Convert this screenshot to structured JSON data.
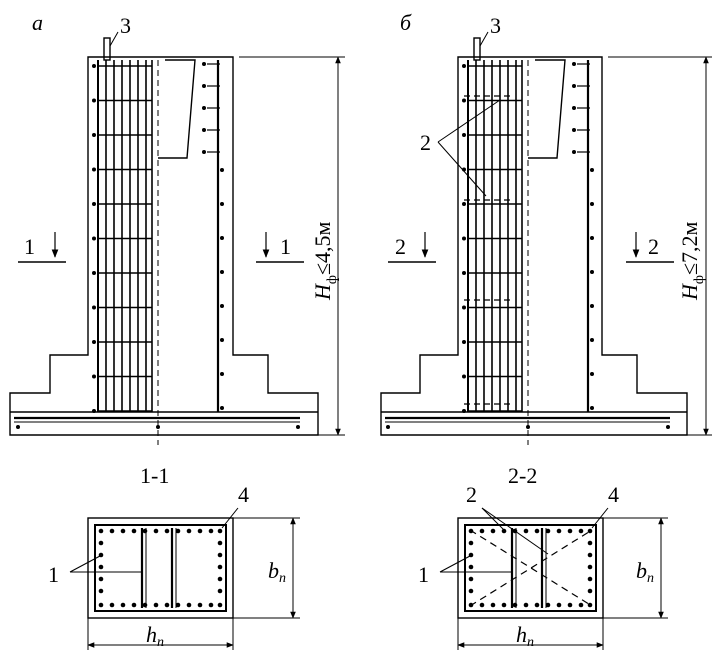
{
  "panels": {
    "a": {
      "letter": "а",
      "bar_callout": "3",
      "section_mark_num": "1",
      "height_label_main": "H",
      "height_label_sub": "ф",
      "height_label_value": "≤4,5м",
      "section_title": "1-1",
      "section_callout_1": "1",
      "section_callout_4": "4",
      "dim_b_main": "b",
      "dim_b_sub": "п",
      "dim_h_main": "h",
      "dim_h_sub": "п"
    },
    "b": {
      "letter": "б",
      "bar_callout": "3",
      "mesh_callout": "2",
      "section_mark_num": "2",
      "height_label_main": "H",
      "height_label_sub": "ф",
      "height_label_value": "≤7,2м",
      "section_title": "2-2",
      "section_callout_1": "1",
      "section_callout_2": "2",
      "section_callout_4": "4",
      "dim_b_main": "b",
      "dim_b_sub": "п",
      "dim_h_main": "h",
      "dim_h_sub": "п"
    }
  }
}
